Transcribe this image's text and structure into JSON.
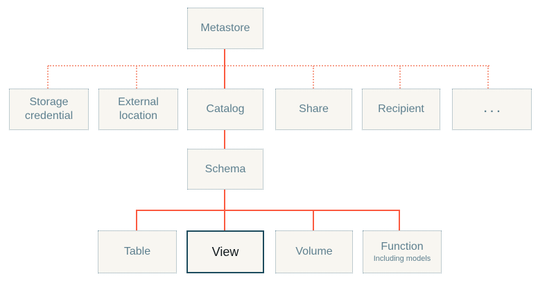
{
  "colors": {
    "background": "#ffffff",
    "node_fill": "#f8f6f1",
    "node_border": "#84a0ad",
    "node_text": "#5e808f",
    "highlight_border": "#1d4c5e",
    "highlight_text": "#10181c",
    "connector_solid": "#fb5a40",
    "connector_dotted": "#f7a08c"
  },
  "nodes": {
    "metastore": {
      "label": "Metastore"
    },
    "storage_credential": {
      "label": "Storage credential"
    },
    "external_location": {
      "label": "External location"
    },
    "catalog": {
      "label": "Catalog"
    },
    "share": {
      "label": "Share"
    },
    "recipient": {
      "label": "Recipient"
    },
    "ellipsis": {
      "label": "..."
    },
    "schema": {
      "label": "Schema"
    },
    "table": {
      "label": "Table"
    },
    "view": {
      "label": "View"
    },
    "volume": {
      "label": "Volume"
    },
    "function": {
      "label": "Function",
      "sublabel": "Including models"
    }
  }
}
